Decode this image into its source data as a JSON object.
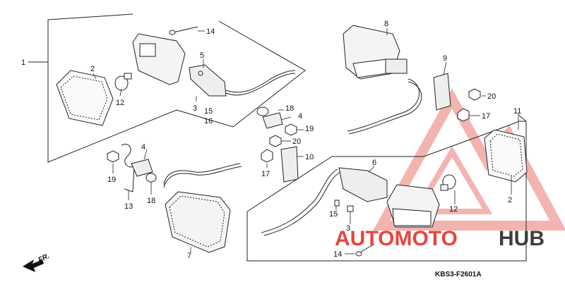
{
  "diagram": {
    "part_labels": [
      {
        "id": "1",
        "text": "1"
      },
      {
        "id": "2a",
        "text": "2"
      },
      {
        "id": "12a",
        "text": "12"
      },
      {
        "id": "14a",
        "text": "14"
      },
      {
        "id": "5",
        "text": "5"
      },
      {
        "id": "3a",
        "text": "3"
      },
      {
        "id": "15a",
        "text": "15"
      },
      {
        "id": "16",
        "text": "16"
      },
      {
        "id": "8",
        "text": "8"
      },
      {
        "id": "9",
        "text": "9"
      },
      {
        "id": "20a",
        "text": "20"
      },
      {
        "id": "17a",
        "text": "17"
      },
      {
        "id": "11",
        "text": "11"
      },
      {
        "id": "18a",
        "text": "18"
      },
      {
        "id": "4a",
        "text": "4"
      },
      {
        "id": "19a",
        "text": "19"
      },
      {
        "id": "20b",
        "text": "20"
      },
      {
        "id": "10",
        "text": "10"
      },
      {
        "id": "17b",
        "text": "17"
      },
      {
        "id": "4b",
        "text": "4"
      },
      {
        "id": "19b",
        "text": "19"
      },
      {
        "id": "13",
        "text": "13"
      },
      {
        "id": "18b",
        "text": "18"
      },
      {
        "id": "7",
        "text": "7"
      },
      {
        "id": "6",
        "text": "6"
      },
      {
        "id": "15b",
        "text": "15"
      },
      {
        "id": "3b",
        "text": "3"
      },
      {
        "id": "12b",
        "text": "12"
      },
      {
        "id": "2b",
        "text": "2"
      },
      {
        "id": "14b",
        "text": "14"
      }
    ],
    "direction_label": "FR.",
    "drawing_code": "KBS3-F2601A"
  },
  "watermark": {
    "brand_part1": "AUTOMOTO",
    "brand_part2": "HUB",
    "color_primary": "#e8453c",
    "color_secondary": "#3d3d3d"
  }
}
